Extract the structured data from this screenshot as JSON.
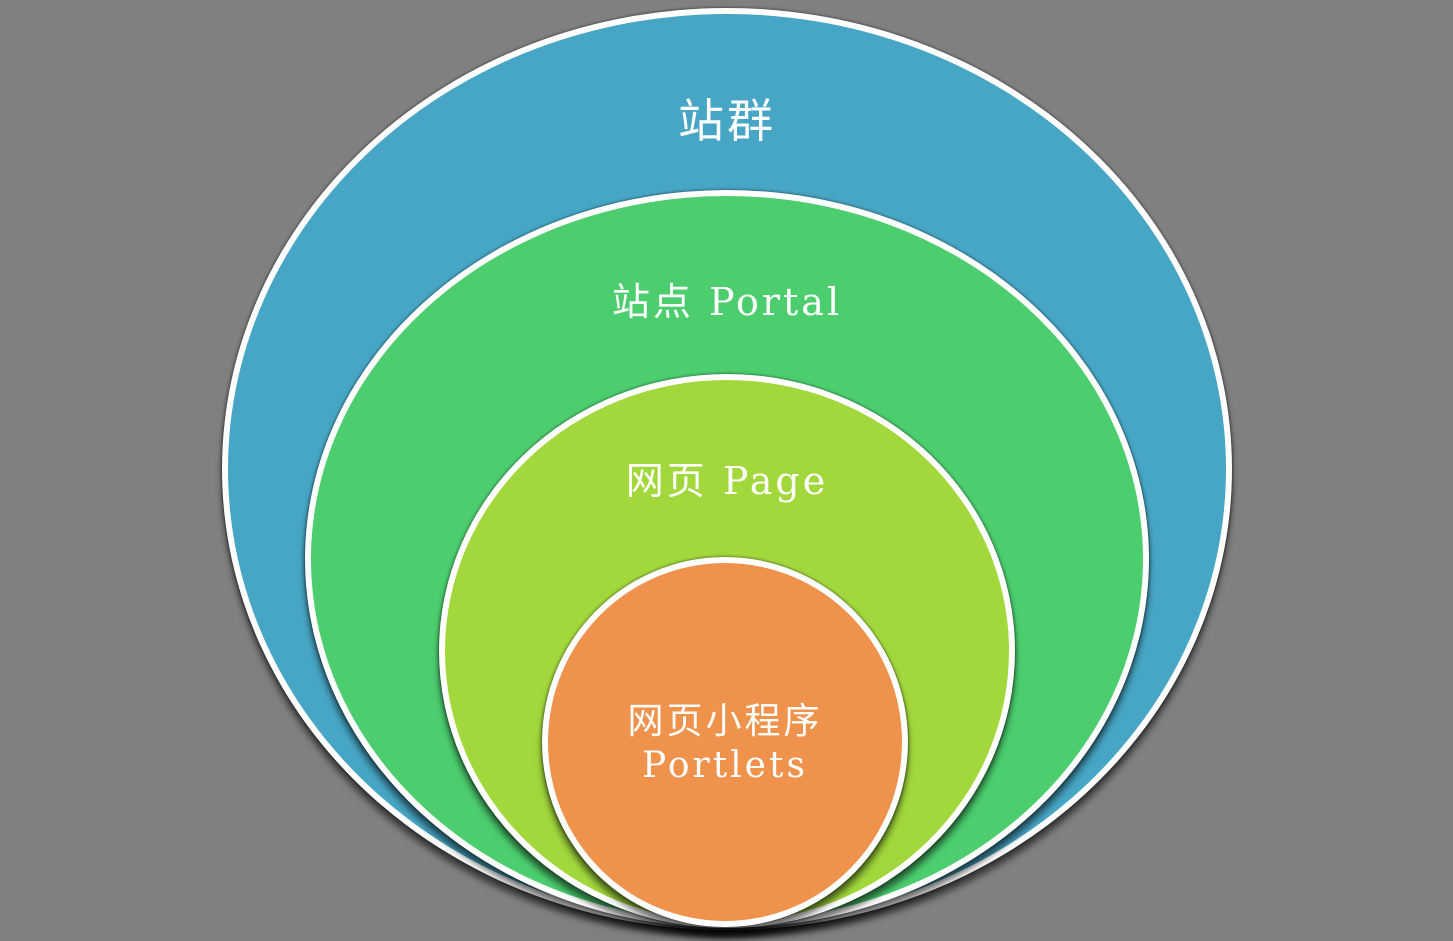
{
  "canvas": {
    "background_color": "#808080",
    "border_color": "#FFFFFF",
    "text_color": "#FFFFFF"
  },
  "diagram": {
    "type": "nested-circles-onion",
    "levels": [
      {
        "name": "site-cluster",
        "label": "站群",
        "fill": "#47A6C5"
      },
      {
        "name": "portal-site",
        "label": "站点 Portal",
        "fill": "#4CCE6F"
      },
      {
        "name": "page",
        "label": "网页 Page",
        "fill": "#A2D83C"
      },
      {
        "name": "portlets",
        "label": "网页小程序",
        "label_line2": "Portlets",
        "fill": "#EF924B"
      }
    ]
  }
}
